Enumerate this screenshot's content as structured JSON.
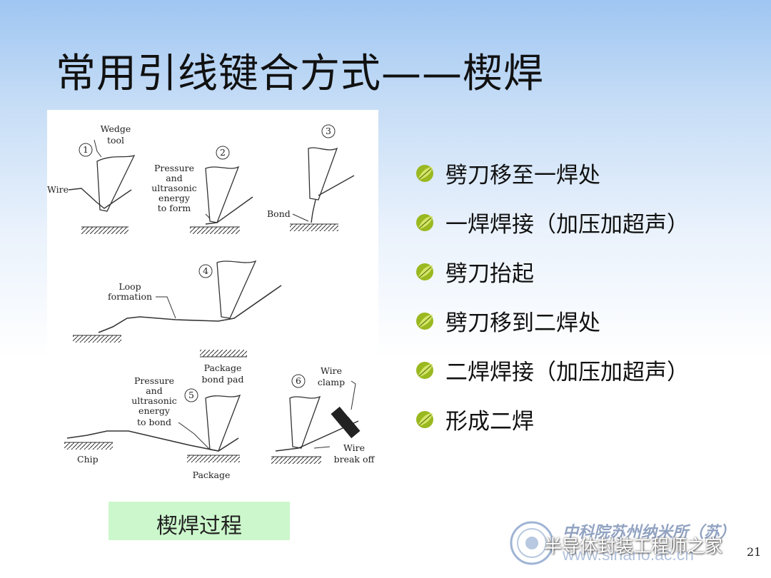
{
  "slide": {
    "title": "常用引线键合方式——楔焊",
    "page_number": "21"
  },
  "figure": {
    "caption": "楔焊过程",
    "steps": [
      "1",
      "2",
      "3",
      "4",
      "5",
      "6"
    ],
    "labels": {
      "wedge_tool_1": "Wedge",
      "wedge_tool_2": "tool",
      "wire": "Wire",
      "pressure_1": "Pressure",
      "pressure_2": "and",
      "pressure_3": "ultrasonic",
      "pressure_4": "energy",
      "pressure_5": "to form",
      "bond": "Bond",
      "loop_1": "Loop",
      "loop_2": "formation",
      "pressure_b1": "Pressure",
      "pressure_b2": "and",
      "pressure_b3": "ultrasonic",
      "pressure_b4": "energy",
      "pressure_b5": "to bond",
      "package_pad_1": "Package",
      "package_pad_2": "bond pad",
      "chip": "Chip",
      "package": "Package",
      "wire_clamp_1": "Wire",
      "wire_clamp_2": "clamp",
      "wire_break_1": "Wire",
      "wire_break_2": "break off"
    }
  },
  "bullets": [
    {
      "text": "劈刀移至一焊处"
    },
    {
      "text": "一焊焊接（加压加超声）"
    },
    {
      "text": "劈刀抬起"
    },
    {
      "text": "劈刀移到二焊处"
    },
    {
      "text": "二焊焊接（加压加超声）"
    },
    {
      "text": "形成二焊"
    }
  ],
  "watermark": {
    "institute": "中科院苏州纳米所（苏）",
    "url": "www.sinano.ac.cn",
    "account": "半导体封装工程师之家"
  },
  "colors": {
    "caption_bg": "#ccf7cc",
    "bullet_leaf": "#9ab820",
    "header_gradient_top": "#9fc6f2"
  }
}
